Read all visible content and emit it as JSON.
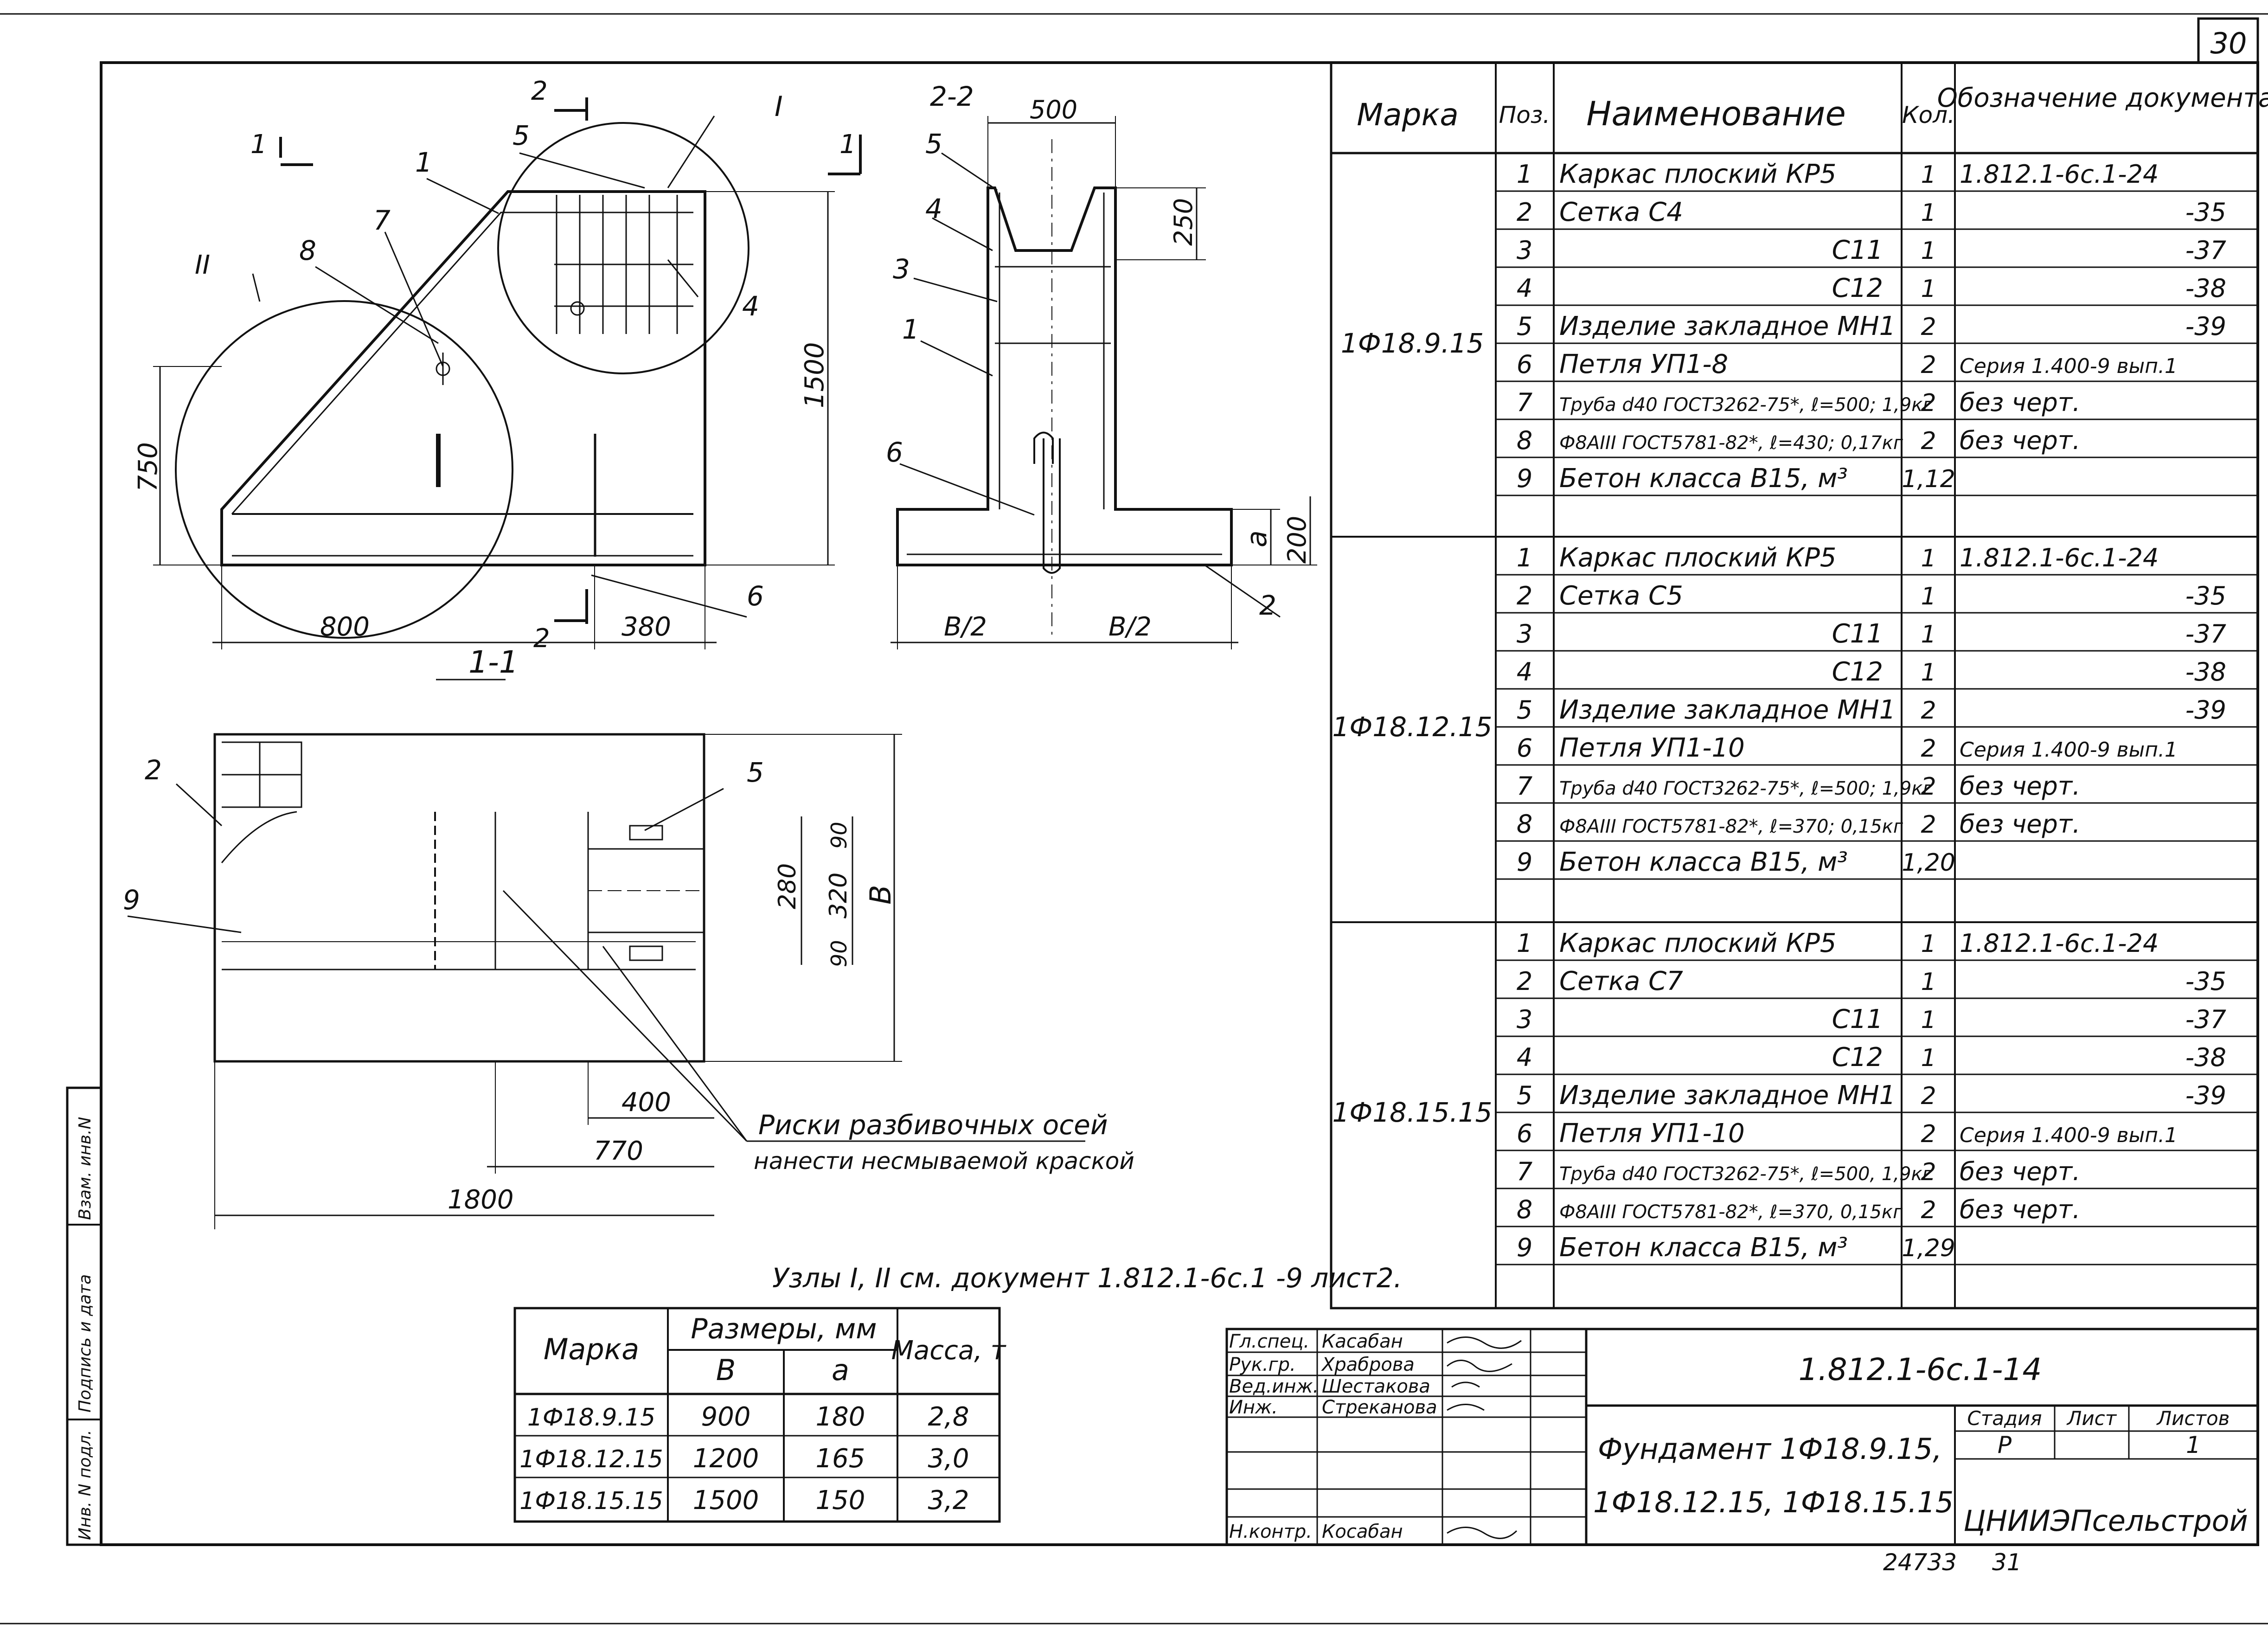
{
  "sheet": {
    "page_number": "30",
    "footer_number": "24733",
    "footer_suffix": "31"
  },
  "drawing": {
    "section_1_1": "1-1",
    "section_2_2": "2-2",
    "section_marks": [
      "1",
      "1",
      "2",
      "2"
    ],
    "node_I": "I",
    "node_II": "II",
    "dims": {
      "d800": "800",
      "d380": "380",
      "d750": "750",
      "d1500": "1500",
      "d500": "500",
      "d250": "250",
      "d200": "200",
      "da": "a",
      "db2_left": "B/2",
      "db2_right": "B/2",
      "d280": "280",
      "d320": "320",
      "d90_top": "90",
      "d90_bot": "90",
      "dB": "B",
      "d400": "400",
      "d770": "770",
      "d1800": "1800"
    },
    "positions_11": [
      "1",
      "5",
      "7",
      "8",
      "4",
      "6"
    ],
    "positions_22": [
      "5",
      "4",
      "3",
      "1",
      "6",
      "2"
    ],
    "positions_plan": [
      "2",
      "5",
      "9"
    ],
    "note_line1": "Риски разбивочных осей",
    "note_line2": "нанести несмываемой краской",
    "nodes_ref": "Узлы I, II см. документ 1.812.1-6с.1 -9 лист2."
  },
  "spec": {
    "headers": [
      "Марка",
      "Поз.",
      "Наименование",
      "Кол.",
      "Обозначение документа"
    ],
    "groups": [
      {
        "mark": "1Ф18.9.15",
        "rows": [
          {
            "pos": "1",
            "name": "Каркас плоский КР5",
            "qty": "1",
            "doc": "1.812.1-6с.1-24"
          },
          {
            "pos": "2",
            "name": "Сетка                С4",
            "qty": "1",
            "doc": "-35"
          },
          {
            "pos": "3",
            "name": "С11",
            "qty": "1",
            "doc": "-37"
          },
          {
            "pos": "4",
            "name": "С12",
            "qty": "1",
            "doc": "-38"
          },
          {
            "pos": "5",
            "name": "Изделие закладное МН1",
            "qty": "2",
            "doc": "-39"
          },
          {
            "pos": "6",
            "name": "Петля УП1-8",
            "qty": "2",
            "doc": "Серия 1.400-9 вып.1"
          },
          {
            "pos": "7",
            "name": "Труба d40 ГОСТ3262-75*, ℓ=500; 1,9кг",
            "qty": "2",
            "doc": "без черт."
          },
          {
            "pos": "8",
            "name": "Ф8АIII ГОСТ5781-82*, ℓ=430; 0,17кг",
            "qty": "2",
            "doc": "без черт."
          },
          {
            "pos": "9",
            "name": "Бетон класса В15, м³",
            "qty": "1,12",
            "doc": ""
          }
        ]
      },
      {
        "mark": "1Ф18.12.15",
        "rows": [
          {
            "pos": "1",
            "name": "Каркас плоский КР5",
            "qty": "1",
            "doc": "1.812.1-6с.1-24"
          },
          {
            "pos": "2",
            "name": "Сетка                С5",
            "qty": "1",
            "doc": "-35"
          },
          {
            "pos": "3",
            "name": "С11",
            "qty": "1",
            "doc": "-37"
          },
          {
            "pos": "4",
            "name": "С12",
            "qty": "1",
            "doc": "-38"
          },
          {
            "pos": "5",
            "name": "Изделие закладное МН1",
            "qty": "2",
            "doc": "-39"
          },
          {
            "pos": "6",
            "name": "Петля УП1-10",
            "qty": "2",
            "doc": "Серия 1.400-9 вып.1"
          },
          {
            "pos": "7",
            "name": "Труба d40 ГОСТ3262-75*, ℓ=500; 1,9кг",
            "qty": "2",
            "doc": "без черт."
          },
          {
            "pos": "8",
            "name": "Ф8АIII ГОСТ5781-82*, ℓ=370; 0,15кг",
            "qty": "2",
            "doc": "без черт."
          },
          {
            "pos": "9",
            "name": "Бетон класса В15, м³",
            "qty": "1,20",
            "doc": ""
          }
        ]
      },
      {
        "mark": "1Ф18.15.15",
        "rows": [
          {
            "pos": "1",
            "name": "Каркас плоский КР5",
            "qty": "1",
            "doc": "1.812.1-6с.1-24"
          },
          {
            "pos": "2",
            "name": "Сетка                С7",
            "qty": "1",
            "doc": "-35"
          },
          {
            "pos": "3",
            "name": "С11",
            "qty": "1",
            "doc": "-37"
          },
          {
            "pos": "4",
            "name": "С12",
            "qty": "1",
            "doc": "-38"
          },
          {
            "pos": "5",
            "name": "Изделие закладное МН1",
            "qty": "2",
            "doc": "-39"
          },
          {
            "pos": "6",
            "name": "Петля УП1-10",
            "qty": "2",
            "doc": "Серия 1.400-9 вып.1"
          },
          {
            "pos": "7",
            "name": "Труба d40 ГОСТ3262-75*, ℓ=500, 1,9кг",
            "qty": "2",
            "doc": "без черт."
          },
          {
            "pos": "8",
            "name": "Ф8АIII ГОСТ5781-82*, ℓ=370, 0,15кг",
            "qty": "2",
            "doc": "без черт."
          },
          {
            "pos": "9",
            "name": "Бетон класса В15, м³",
            "qty": "1,29",
            "doc": ""
          }
        ]
      }
    ]
  },
  "sizes": {
    "h_mark": "Марка",
    "h_sizes": "Размеры, мм",
    "h_B": "В",
    "h_a": "а",
    "h_mass": "Масса, т",
    "rows": [
      {
        "mark": "1Ф18.9.15",
        "B": "900",
        "a": "180",
        "mass": "2,8"
      },
      {
        "mark": "1Ф18.12.15",
        "B": "1200",
        "a": "165",
        "mass": "3,0"
      },
      {
        "mark": "1Ф18.15.15",
        "B": "1500",
        "a": "150",
        "mass": "3,2"
      }
    ]
  },
  "titleblock": {
    "roles": [
      "Гл.спец.",
      "Рук.гр.",
      "Вед.инж.",
      "Инж.",
      "Н.контр."
    ],
    "names": [
      "Касабан",
      "Храброва",
      "Шестакова",
      "Стреканова",
      "Косабан"
    ],
    "doc_code": "1.812.1-6с.1-14",
    "title_line1": "Фундамент 1Ф18.9.15,",
    "title_line2": "1Ф18.12.15, 1Ф18.15.15",
    "h_stage": "Стадия",
    "h_sheet": "Лист",
    "h_sheets": "Листов",
    "stage": "Р",
    "sheets": "1",
    "org": "ЦНИИЭПсельстрой"
  },
  "side_stamp": [
    "Инв. N подл.",
    "Подпись и дата",
    "Взам. инв.N"
  ]
}
